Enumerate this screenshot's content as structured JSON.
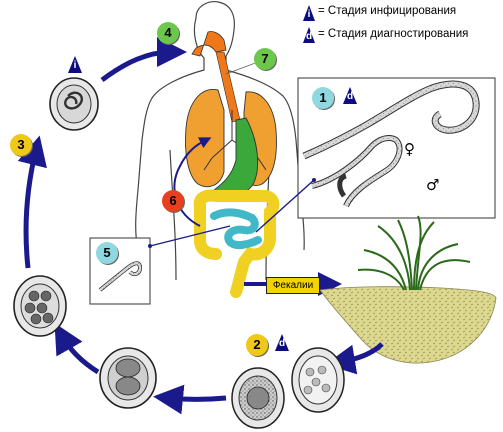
{
  "legend": {
    "infective_symbol": "i",
    "infective_text": "= Стадия инфицирования",
    "diagnostic_symbol": "d",
    "diagnostic_text": "= Стадия диагностирования"
  },
  "stages": [
    {
      "number": "1",
      "markers": [
        "d"
      ],
      "color": "#8fd8e0"
    },
    {
      "number": "2",
      "markers": [
        "d"
      ],
      "color": "#f0c818"
    },
    {
      "number": "3",
      "markers": [],
      "color": "#f0c818"
    },
    {
      "number": "4",
      "markers": [],
      "color": "#6cc84a"
    },
    {
      "number": "5",
      "markers": [],
      "color": "#8fd8e0"
    },
    {
      "number": "6",
      "markers": [],
      "color": "#e8401c"
    },
    {
      "number": "7",
      "markers": [],
      "color": "#6cc84a"
    }
  ],
  "infective_marker": "i",
  "feces_label": "Фекалии",
  "female_symbol": "♀",
  "male_symbol": "♂",
  "colors": {
    "arrow": "#1a1a8c",
    "marker_triangle": "#0c0c80",
    "lungs": "#f0a030",
    "intestine": "#f0d020",
    "stomach": "#3aa83a",
    "small_intestine": "#40b8c8",
    "pharynx": "#f07818",
    "soil": "#d8d488",
    "grass": "#3a8a2a"
  }
}
